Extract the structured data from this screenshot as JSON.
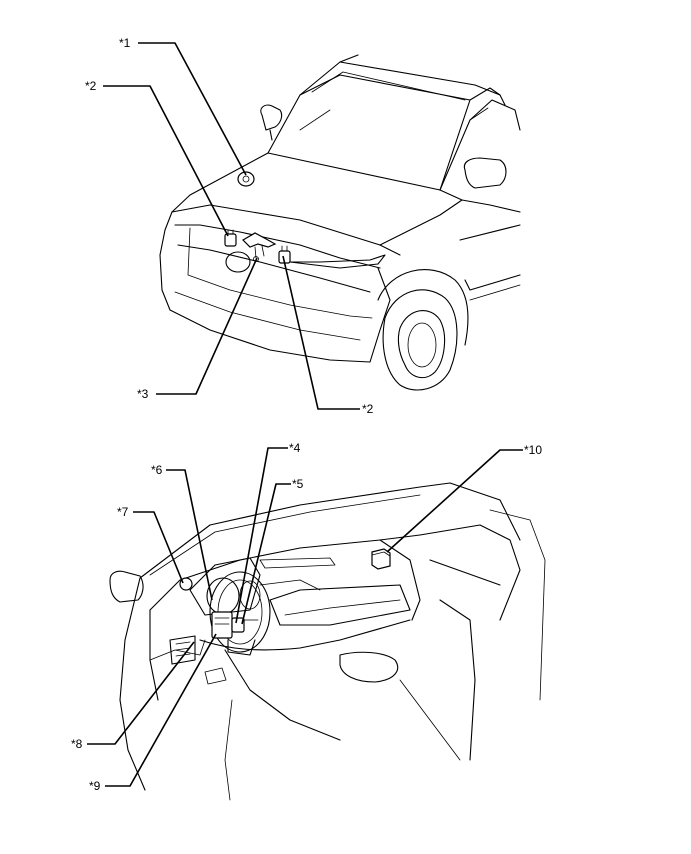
{
  "callouts": {
    "c1": "*1",
    "c2a": "*2",
    "c3": "*3",
    "c2b": "*2",
    "c4": "*4",
    "c5": "*5",
    "c6": "*6",
    "c7": "*7",
    "c8": "*8",
    "c9": "*9",
    "c10": "*10"
  }
}
